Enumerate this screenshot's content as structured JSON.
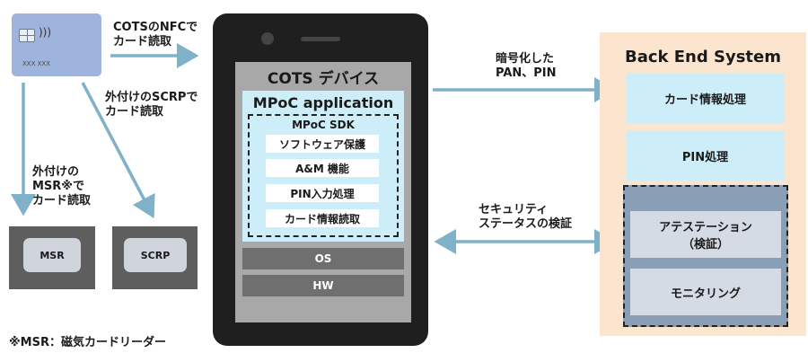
{
  "card": {
    "chip_icon": "chip-icon",
    "nfc_icon": "contactless-icon",
    "number": "XXX XXX"
  },
  "labels": {
    "nfc_read": [
      "COTSのNFCで",
      "カード読取"
    ],
    "scrp_read": [
      "外付けのSCRPで",
      "カード読取"
    ],
    "msr_read": [
      "外付けの",
      "MSR※で",
      "カード読取"
    ],
    "encrypted": [
      "暗号化した",
      "PAN、PIN"
    ],
    "security": [
      "セキュリティ",
      "ステータスの検証"
    ],
    "footnote": "※MSR：磁気カードリーダー"
  },
  "readers": {
    "msr": "MSR",
    "scrp": "SCRP"
  },
  "device": {
    "title": "COTS デバイス",
    "app_title": "MPoC application",
    "sdk": {
      "title": "MPoC SDK",
      "items": [
        "ソフトウェア保護",
        "A&M 機能",
        "PIN入力処理",
        "カード情報読取"
      ]
    },
    "os": "OS",
    "hw": "HW"
  },
  "backend": {
    "title": "Back End System",
    "boxes": [
      "カード情報処理",
      "PIN処理"
    ],
    "attestation": [
      "アテステーション",
      "（検証）"
    ],
    "monitoring": "モニタリング"
  },
  "colors": {
    "arrow": "#7fb1c8",
    "card": "#9fb4dc",
    "reader_outer": "#5e5e5e",
    "reader_inner": "#d0d4dc",
    "phone": "#1f1f1f",
    "screen": "#a8a8a8",
    "app": "#cdeef8",
    "sdk_item": "#ffffff",
    "os_hw": "#6f6f6f",
    "backend_bg": "#fbe5cf",
    "backend_box": "#cdeef8",
    "dash_group": "#8a9fb6",
    "dash_box": "#d4dbe4"
  }
}
